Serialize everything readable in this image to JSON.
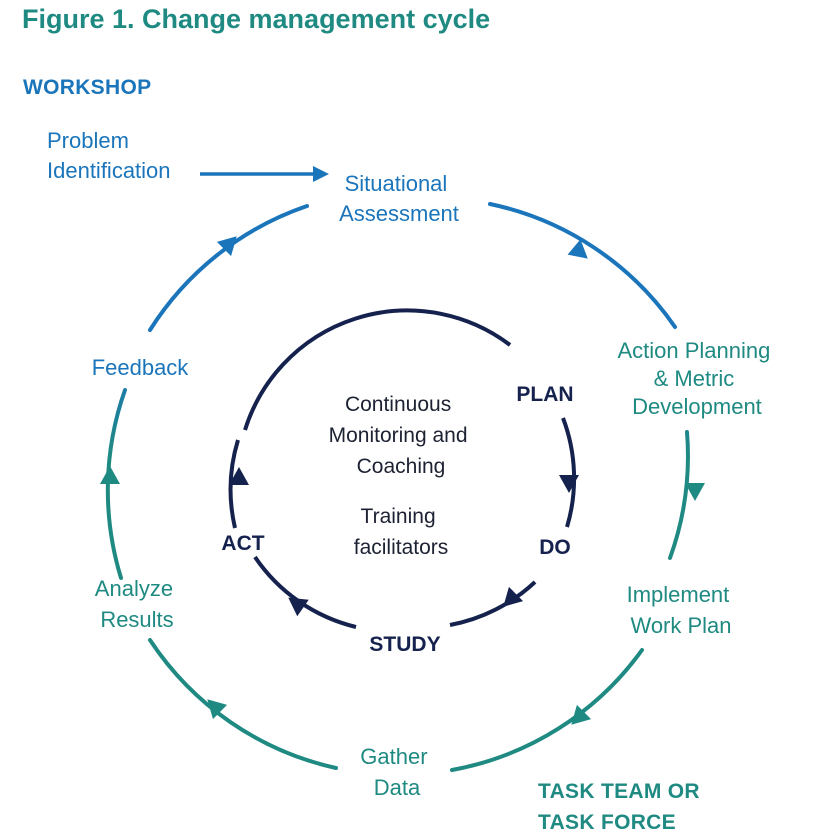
{
  "title": "Figure 1. Change management cycle",
  "regions": {
    "workshop": "WORKSHOP",
    "task_team": [
      "TASK TEAM OR",
      "TASK FORCE"
    ]
  },
  "stages": {
    "problem_identification": [
      "Problem",
      "Identification"
    ],
    "situational_assessment": [
      "Situational",
      "Assessment"
    ],
    "action_planning": [
      "Action Planning",
      "& Metric",
      "Development"
    ],
    "implement_work_plan": [
      "Implement",
      "Work Plan"
    ],
    "gather_data": [
      "Gather",
      "Data"
    ],
    "analyze_results": [
      "Analyze",
      "Results"
    ],
    "feedback": [
      "Feedback"
    ]
  },
  "inner_cycle": {
    "plan": "PLAN",
    "do": "DO",
    "study": "STUDY",
    "act": "ACT"
  },
  "center": {
    "monitoring": [
      "Continuous",
      "Monitoring and",
      "Coaching"
    ],
    "training": [
      "Training",
      "facilitators"
    ]
  },
  "colors": {
    "workshop_blue": "#1b75bb",
    "task_teal": "#1f8a82",
    "inner_navy": "#16224e"
  }
}
